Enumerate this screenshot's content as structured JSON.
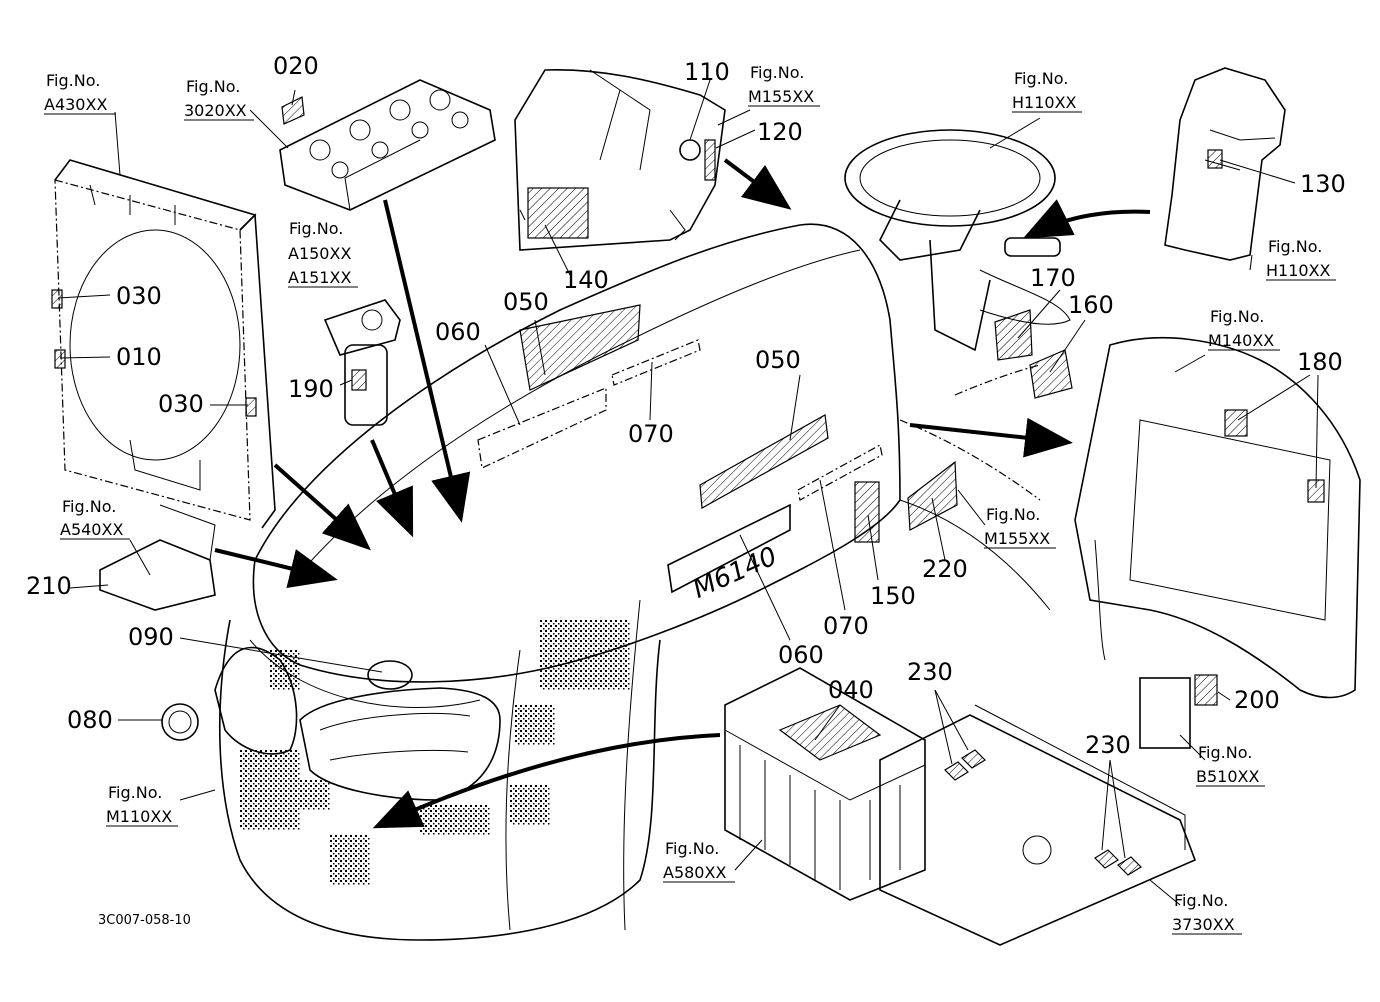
{
  "callouts": [
    {
      "id": "c020",
      "text": "020"
    },
    {
      "id": "c110",
      "text": "110"
    },
    {
      "id": "c120",
      "text": "120"
    },
    {
      "id": "c130",
      "text": "130"
    },
    {
      "id": "c030a",
      "text": "030"
    },
    {
      "id": "c010",
      "text": "010"
    },
    {
      "id": "c030b",
      "text": "030"
    },
    {
      "id": "c190",
      "text": "190"
    },
    {
      "id": "c140",
      "text": "140"
    },
    {
      "id": "c050a",
      "text": "050"
    },
    {
      "id": "c060a",
      "text": "060"
    },
    {
      "id": "c070a",
      "text": "070"
    },
    {
      "id": "c170",
      "text": "170"
    },
    {
      "id": "c160",
      "text": "160"
    },
    {
      "id": "c050b",
      "text": "050"
    },
    {
      "id": "c180",
      "text": "180"
    },
    {
      "id": "c210",
      "text": "210"
    },
    {
      "id": "c090",
      "text": "090"
    },
    {
      "id": "c080",
      "text": "080"
    },
    {
      "id": "c060b",
      "text": "060"
    },
    {
      "id": "c070b",
      "text": "070"
    },
    {
      "id": "c150",
      "text": "150"
    },
    {
      "id": "c220",
      "text": "220"
    },
    {
      "id": "c040",
      "text": "040"
    },
    {
      "id": "c230a",
      "text": "230"
    },
    {
      "id": "c230b",
      "text": "230"
    },
    {
      "id": "c200",
      "text": "200"
    }
  ],
  "fig_refs": [
    {
      "id": "fA430",
      "label": "Fig.No.",
      "ref": "A430XX"
    },
    {
      "id": "f3020",
      "label": "Fig.No.",
      "ref": "3020XX"
    },
    {
      "id": "fA150",
      "label": "Fig.No.",
      "ref": "A150XX",
      "ref2": "A151XX"
    },
    {
      "id": "fM155a",
      "label": "Fig.No.",
      "ref": "M155XX"
    },
    {
      "id": "fH110a",
      "label": "Fig.No.",
      "ref": "H110XX"
    },
    {
      "id": "fH110b",
      "label": "Fig.No.",
      "ref": "H110XX"
    },
    {
      "id": "fM140",
      "label": "Fig.No.",
      "ref": "M140XX"
    },
    {
      "id": "fA540",
      "label": "Fig.No.",
      "ref": "A540XX"
    },
    {
      "id": "fM155b",
      "label": "Fig.No.",
      "ref": "M155XX"
    },
    {
      "id": "fM110",
      "label": "Fig.No.",
      "ref": "M110XX"
    },
    {
      "id": "fB510",
      "label": "Fig.No.",
      "ref": "B510XX"
    },
    {
      "id": "fA580",
      "label": "Fig.No.",
      "ref": "A580XX"
    },
    {
      "id": "f3730",
      "label": "Fig.No.",
      "ref": "3730XX"
    }
  ],
  "decal_model_text": "M6140",
  "drawing_code": "3C007-058-10"
}
